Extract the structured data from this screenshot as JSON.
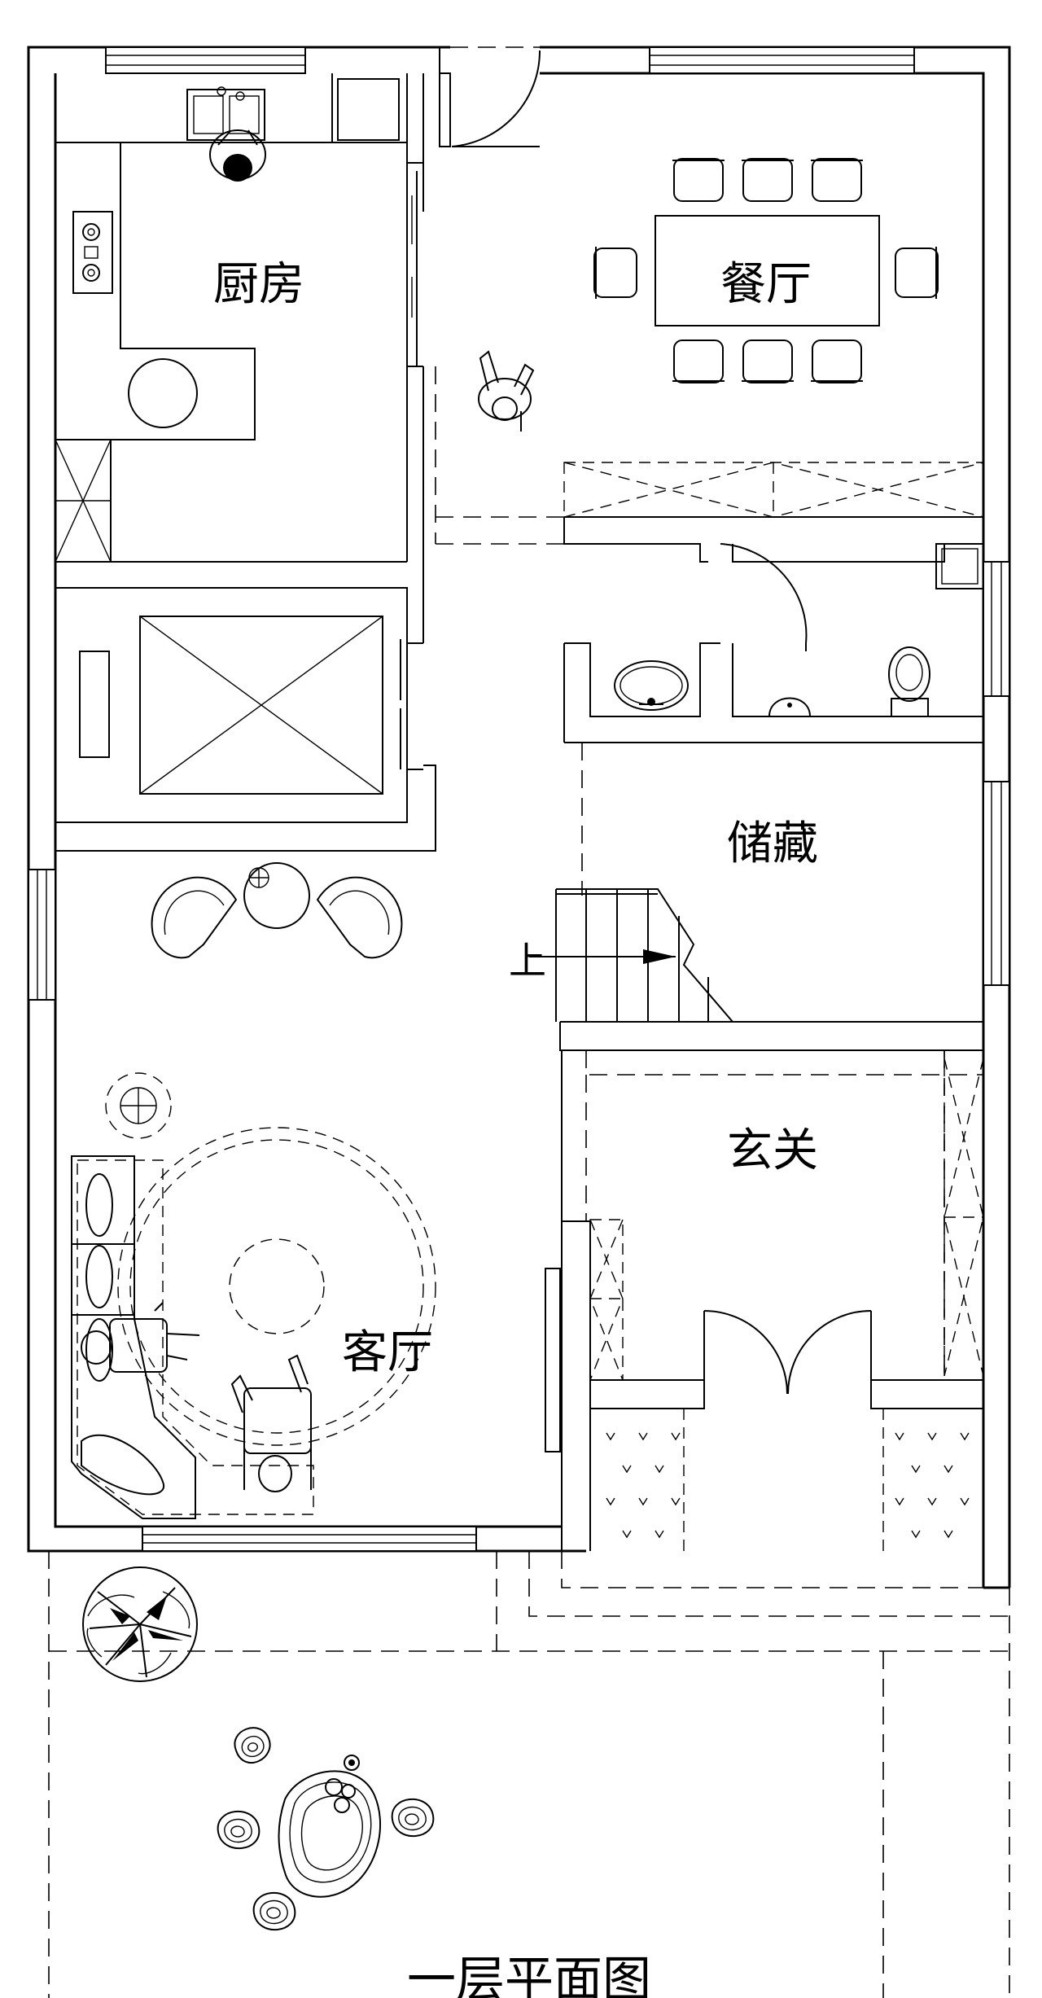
{
  "rooms": {
    "kitchen": "厨房",
    "dining": "餐厅",
    "storage": "储藏",
    "foyer": "玄关",
    "living": "客厅"
  },
  "stair_label": "上",
  "plan_title": "一层平面图",
  "colors": {
    "line": "#000000",
    "background": "#ffffff"
  }
}
